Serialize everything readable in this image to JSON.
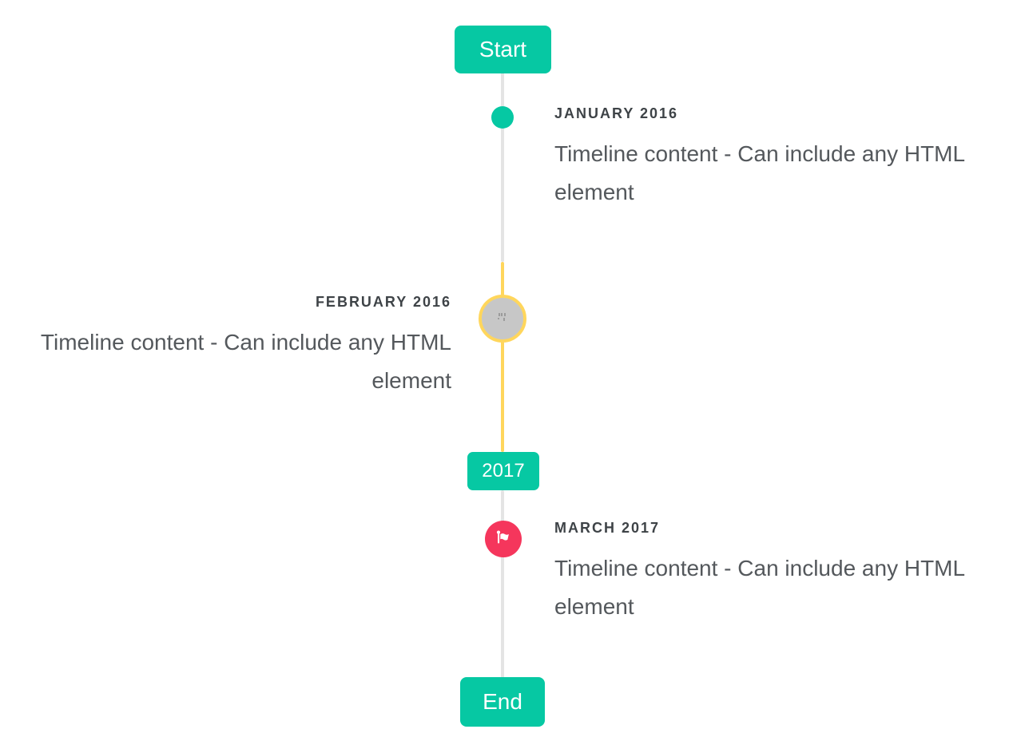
{
  "timeline": {
    "flags": {
      "start": "Start",
      "year": "2017",
      "end": "End"
    },
    "items": [
      {
        "title": "JANUARY 2016",
        "content": "Timeline content - Can include any HTML element",
        "side": "right",
        "marker": "teal-dot"
      },
      {
        "title": "FEBRUARY 2016",
        "content": "Timeline content - Can include any HTML element",
        "side": "left",
        "marker": "gray-image-circle-yellow-ring"
      },
      {
        "title": "MARCH 2017",
        "content": "Timeline content - Can include any HTML element",
        "side": "right",
        "marker": "red-flag-circle"
      }
    ],
    "colors": {
      "accent_teal": "#06c8a3",
      "danger_red": "#f5365c",
      "highlight_yellow": "#ffd65c",
      "line_gray": "#e4e4e4",
      "circle_gray": "#c7c7c7"
    }
  }
}
